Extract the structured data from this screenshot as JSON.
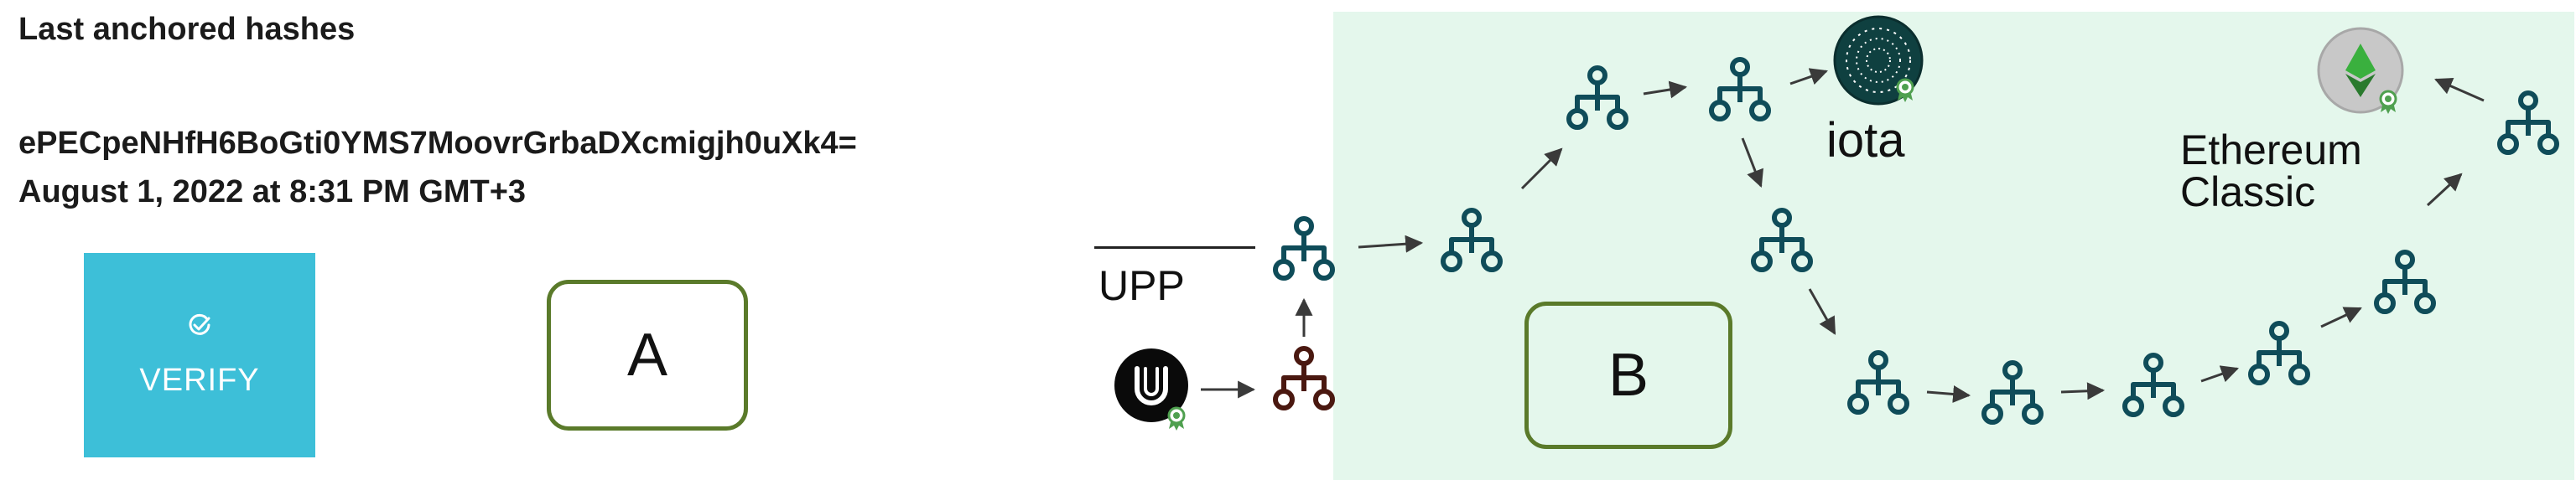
{
  "heading": "Last anchored hashes",
  "hash": "ePECpeNHfH6BoGti0YMS7MoovrGrbaDXcmigjh0uXk4=",
  "timestamp": "August 1, 2022 at 8:31 PM GMT+3",
  "verify": {
    "label": "VERIFY",
    "icon": "check-circle-icon"
  },
  "boxes": {
    "a": "A",
    "b": "B"
  },
  "labels": {
    "upp": "UPP",
    "iota": "iota",
    "etc_line1": "Ethereum",
    "etc_line2": "Classic"
  },
  "colors": {
    "tree": "#0f4c59",
    "tree_upp": "#4a1810",
    "verify_bg": "#3dbfd8",
    "panel_bg": "#e4f7ec",
    "box_border": "#5a7a2a"
  }
}
